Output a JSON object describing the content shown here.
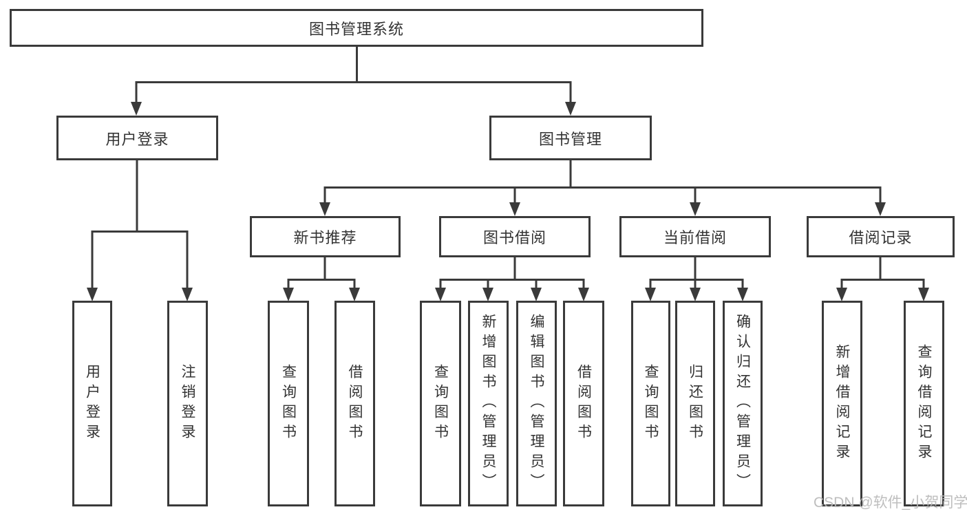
{
  "root": {
    "label": "图书管理系统"
  },
  "level2": [
    {
      "label": "用户登录"
    },
    {
      "label": "图书管理"
    }
  ],
  "level3": [
    {
      "label": "新书推荐"
    },
    {
      "label": "图书借阅"
    },
    {
      "label": "当前借阅"
    },
    {
      "label": "借阅记录"
    }
  ],
  "leaves": [
    {
      "label": "用户登录"
    },
    {
      "label": "注销登录"
    },
    {
      "label": "查询图书"
    },
    {
      "label": "借阅图书"
    },
    {
      "label": "查询图书"
    },
    {
      "label": "新增图书（管理员）"
    },
    {
      "label": "编辑图书（管理员）"
    },
    {
      "label": "借阅图书"
    },
    {
      "label": "查询图书"
    },
    {
      "label": "归还图书"
    },
    {
      "label": "确认归还（管理员）"
    },
    {
      "label": "新增借阅记录"
    },
    {
      "label": "查询借阅记录"
    }
  ],
  "watermark": "CSDN @软件_小贺同学",
  "colors": {
    "line": "#3a3a3a",
    "text": "#333333",
    "box_background": "#ffffff",
    "watermark": "#b9b9b9"
  }
}
